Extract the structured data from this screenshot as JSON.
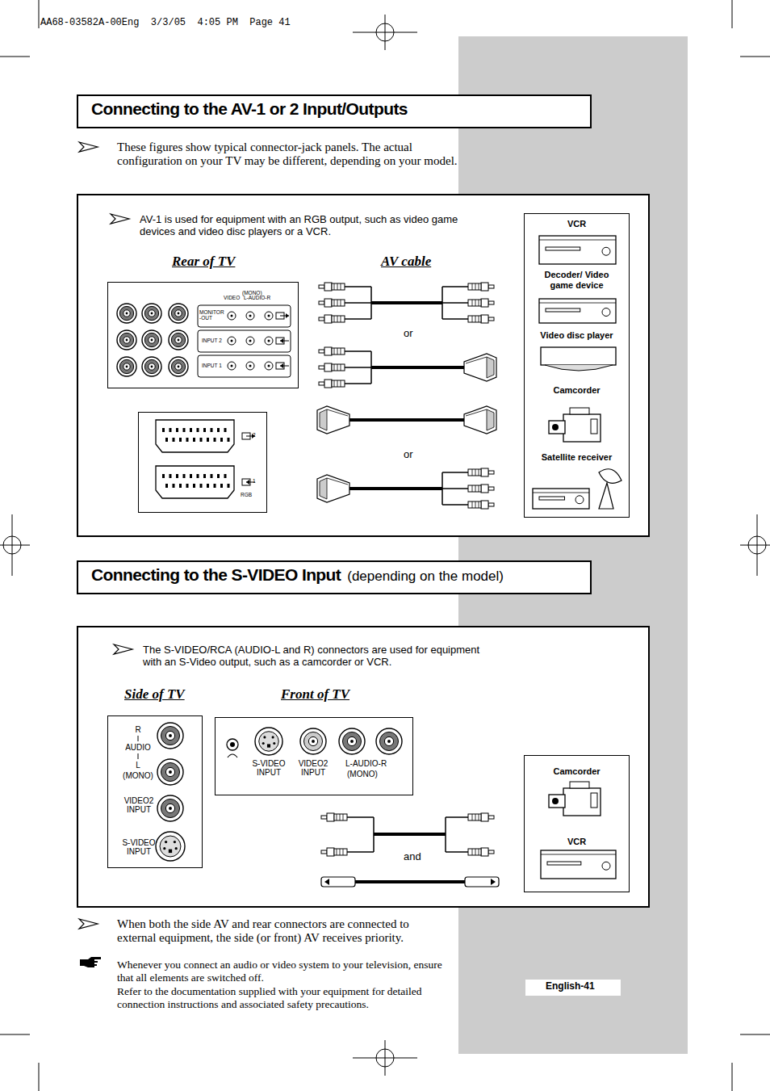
{
  "diagram": {
    "nodes": [
      {
        "text": [
          "Connecting to the AV-1 or 2 Input/Outputs"
        ]
      },
      {
        "text": [
          "AV-1 is used for equipment with an RGB output, such as video game devices and video disc players or a VCR."
        ]
      },
      {
        "text": [
          "Rear of TV",
          "(MONO)",
          "VIDEO",
          "L-AUDIO-R",
          "MONITOR -OUT",
          "INPUT 2",
          "INPUT 1"
        ],
        "in": 1
      },
      {
        "text": [
          "2",
          "1",
          "RGB"
        ],
        "in": 1
      },
      {
        "text": [
          "VCR",
          "Decoder/ Video game device",
          "Video disc player",
          "Camcorder",
          "Satellite receiver"
        ],
        "in": 1
      },
      {
        "text": [
          "Connecting to the S-VIDEO Input",
          "(depending on the model)"
        ]
      },
      {
        "text": [
          "The S-VIDEO/RCA (AUDIO-L and R) connectors are used for equipment with an S-Video output, such as a camcorder or VCR."
        ]
      },
      {
        "text": [
          "Side of TV",
          "R",
          "AUDIO",
          "L",
          "(MONO)",
          "VIDEO2 INPUT",
          "S-VIDEO INPUT"
        ],
        "in": 6
      },
      {
        "text": [
          "Front of TV",
          "S-VIDEO INPUT",
          "VIDEO2 INPUT",
          "L-AUDIO-R",
          "(MONO)"
        ],
        "in": 6
      },
      {
        "text": [
          "Camcorder",
          "VCR"
        ],
        "in": 6
      },
      {
        "text": [
          "English-41"
        ]
      }
    ],
    "labels": [
      "AA68-03582A-00Eng  3/3/05  4:05 PM  Page 41",
      "These figures show typical connector-jack panels. The actual configuration on your TV may be different, depending on your model.",
      "AV cable",
      "or",
      "or",
      "and",
      "When both the side AV and rear connectors are connected to external equipment, the side (or front) AV receives priority.",
      "Whenever you connect an audio or video system to your television, ensure that all elements are switched off.",
      "Refer to the documentation supplied with your equipment  for detailed connection instructions and associated safety precautions."
    ]
  }
}
